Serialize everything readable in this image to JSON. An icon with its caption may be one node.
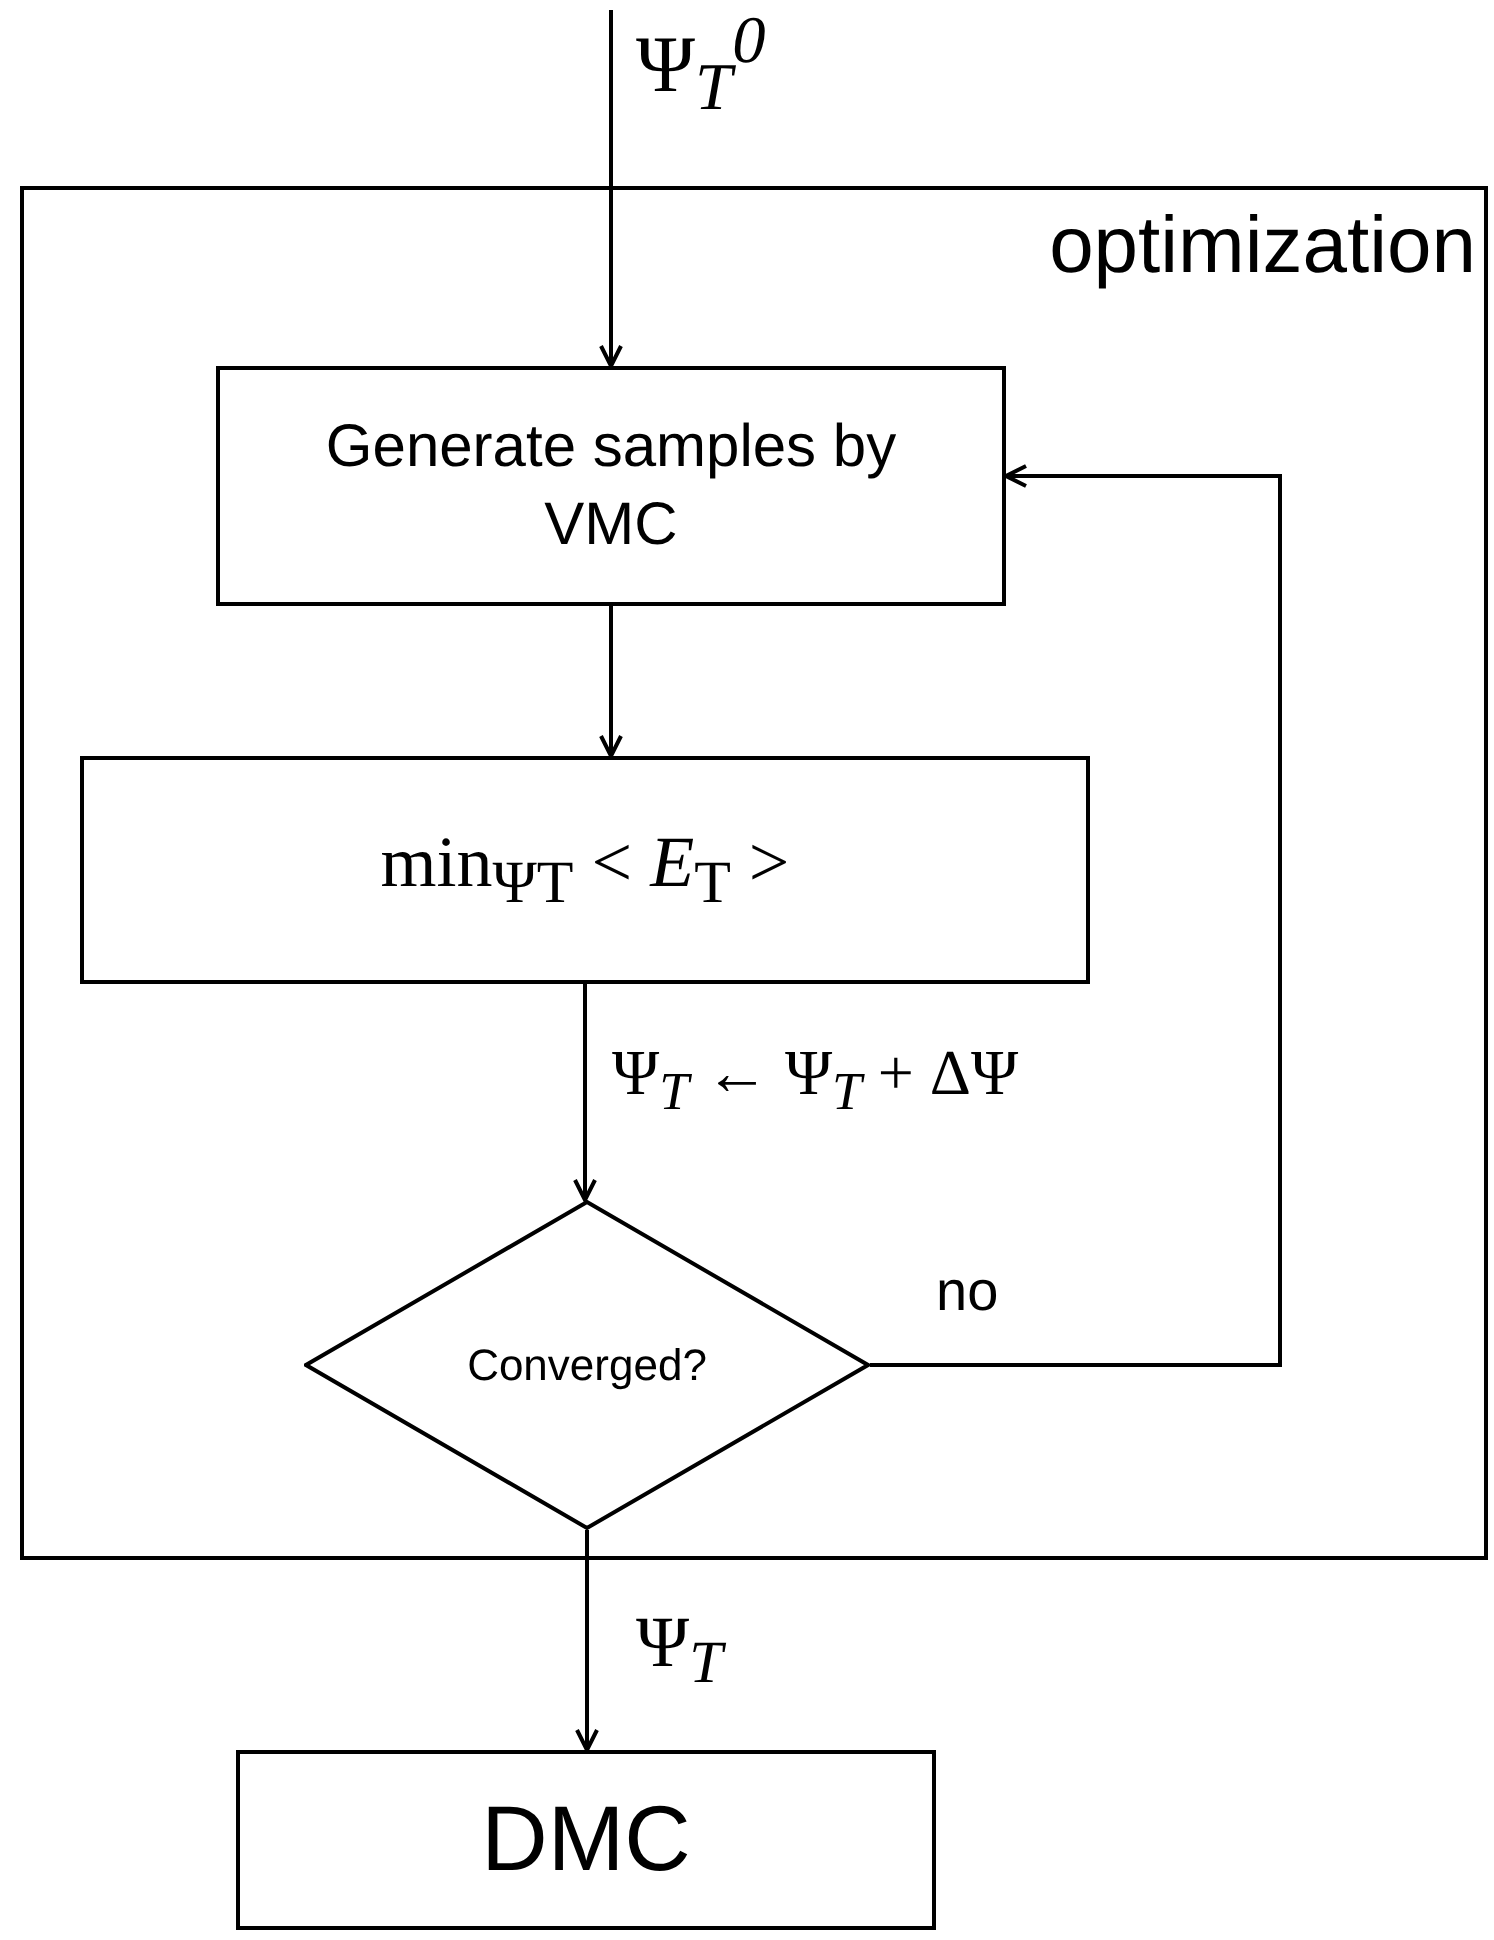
{
  "diagram": {
    "nodes": [
      {
        "text": [
          "optimization"
        ]
      },
      {
        "text": [
          "Generate samples by VMC"
        ],
        "in": 0
      },
      {
        "text": [
          "min$_{ΨT}$ < *E*$_{T}$ >"
        ],
        "in": 0
      },
      {
        "text": [
          "Converged?"
        ],
        "in": 0
      },
      {
        "text": [
          "DMC"
        ]
      }
    ],
    "edges": [
      {
        "from": null,
        "to": 1,
        "arrow": "to",
        "label": "Ψ$_{T}$$^{0}$"
      },
      {
        "from": 1,
        "to": 2,
        "arrow": "to"
      },
      {
        "from": 2,
        "to": 3,
        "arrow": "to",
        "label": "Ψ$_{T}$ ← Ψ$_{T}$ + ΔΨ"
      },
      {
        "from": 3,
        "to": 1,
        "arrow": "to",
        "label": "no"
      },
      {
        "from": 3,
        "to": 4,
        "arrow": "to",
        "label": "Ψ$_{T}$"
      }
    ]
  }
}
